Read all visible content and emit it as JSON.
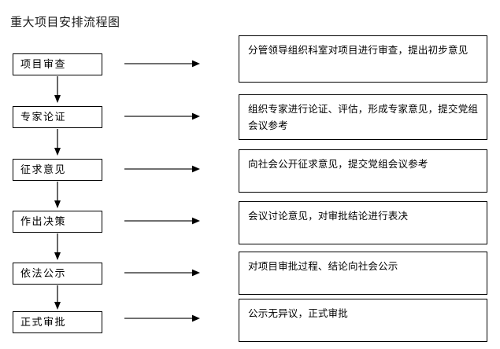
{
  "title": "重大项目安排流程图",
  "colors": {
    "stroke": "#000000",
    "arrow": "#404040",
    "background": "#ffffff",
    "text": "#000000"
  },
  "flow": {
    "steps": [
      {
        "label": "项目审查"
      },
      {
        "label": "专家论证"
      },
      {
        "label": "征求意见"
      },
      {
        "label": "作出决策"
      },
      {
        "label": "依法公示"
      },
      {
        "label": "正式审批"
      }
    ],
    "details": [
      {
        "text": "分管领导组织科室对项目进行审查，提出初步意见"
      },
      {
        "text": "组织专家进行论证、评估，形成专家意见，提交党组会议参考"
      },
      {
        "text": "向社会公开征求意见，提交党组会议参考"
      },
      {
        "text": "会议讨论意见，对审批结论进行表决"
      },
      {
        "text": "对项目审批过程、结论向社会公示"
      },
      {
        "text": "公示无异议，正式审批"
      }
    ],
    "connectors": {
      "vertical_count": 5,
      "horizontal_count": 6,
      "direction": "down-and-right"
    }
  }
}
